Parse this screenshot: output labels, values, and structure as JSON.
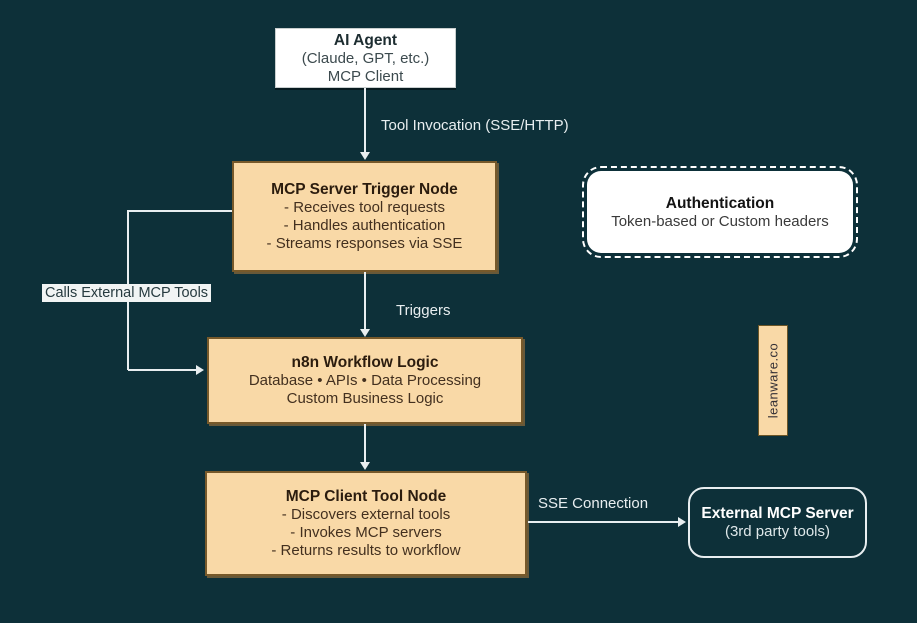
{
  "diagram": {
    "nodes": {
      "ai_agent": {
        "title": "AI Agent",
        "lines": [
          "(Claude, GPT, etc.)",
          "MCP Client"
        ]
      },
      "mcp_server_trigger": {
        "title": "MCP Server Trigger Node",
        "items": [
          "- Receives tool requests",
          "- Handles authentication",
          "- Streams responses via SSE"
        ]
      },
      "authentication": {
        "title": "Authentication",
        "subtitle": "Token-based or Custom headers"
      },
      "n8n_workflow": {
        "title": "n8n Workflow Logic",
        "lines": [
          "Database • APIs • Data Processing",
          "Custom Business Logic"
        ]
      },
      "mcp_client_tool": {
        "title": "MCP Client Tool Node",
        "items": [
          "- Discovers external tools",
          "- Invokes MCP servers",
          "- Returns results to workflow"
        ]
      },
      "external_mcp_server": {
        "title": "External MCP Server",
        "subtitle": "(3rd party tools)"
      }
    },
    "connector_labels": {
      "tool_invocation": "Tool Invocation (SSE/HTTP)",
      "triggers": "Triggers",
      "calls_external_tools": "Calls External MCP Tools",
      "sse_connection": "SSE Connection"
    },
    "watermark": "leanware.co",
    "colors": {
      "background": "#0d3039",
      "node_fill": "#f9d9a7",
      "node_border": "#77592a",
      "white_node": "#ffffff",
      "connector_line": "#e8eef0",
      "dark_text": "#2b1c0e"
    }
  }
}
